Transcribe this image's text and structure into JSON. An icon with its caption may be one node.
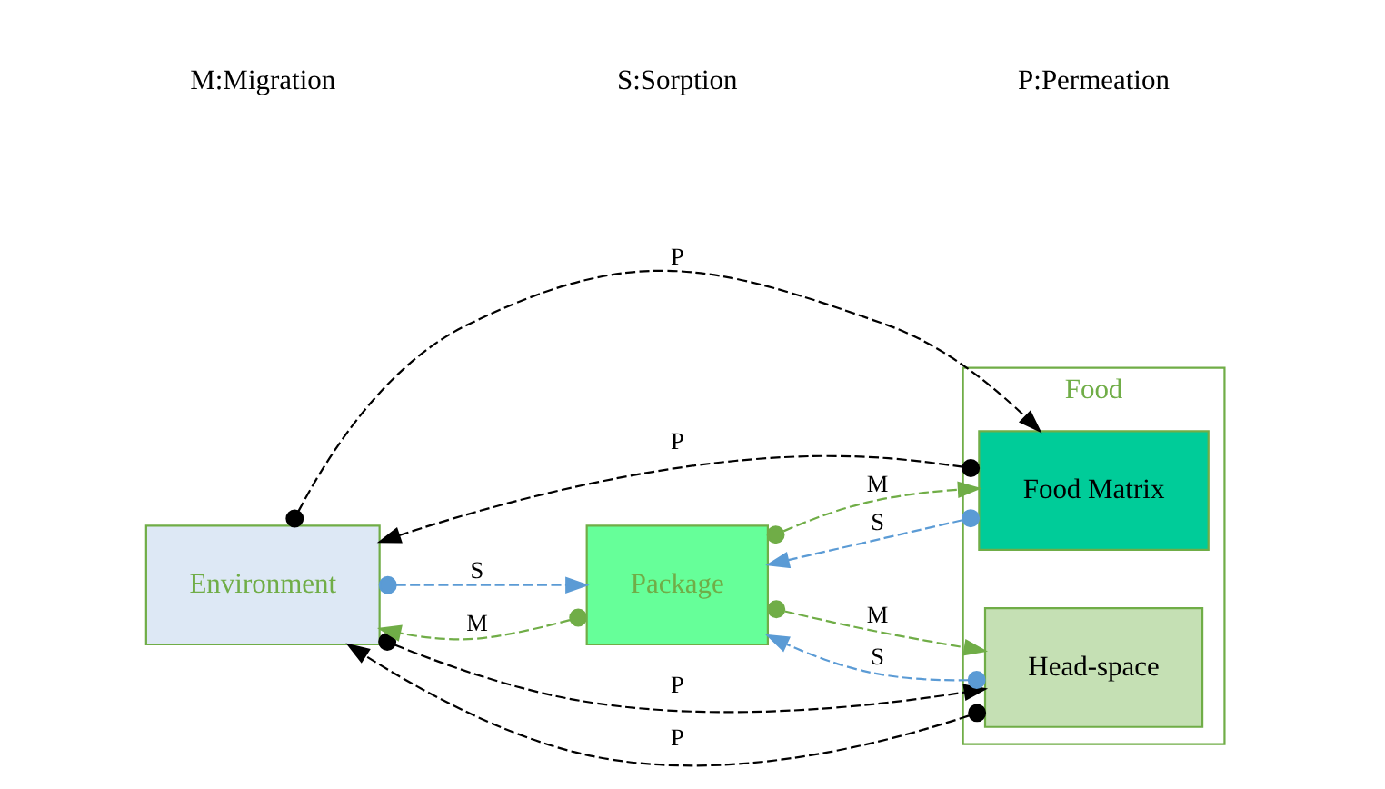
{
  "diagram": {
    "nodes": [
      {
        "text": [
          "Environment"
        ]
      },
      {
        "text": [
          "Package"
        ]
      },
      {
        "text": [
          "Food"
        ]
      },
      {
        "text": [
          "Head-space"
        ],
        "in": 2
      },
      {
        "text": [
          "Food Matrix"
        ],
        "in": 2
      }
    ],
    "edges": [
      {
        "from": 1,
        "to": 3,
        "arrow": "to",
        "label": "M",
        "style": "dashed",
        "color": "#70ad47"
      },
      {
        "from": 1,
        "to": 0,
        "arrow": "to",
        "label": "M",
        "style": "dashed",
        "color": "#70ad47"
      },
      {
        "from": 0,
        "to": 1,
        "arrow": "to",
        "label": "S",
        "style": "dashed",
        "color": "#5b9bd5"
      },
      {
        "from": 3,
        "to": 1,
        "arrow": "to",
        "label": "S",
        "style": "dashed",
        "color": "#5b9bd5"
      },
      {
        "from": 0,
        "to": 3,
        "arrow": "to",
        "label": "P",
        "style": "dashed"
      },
      {
        "from": 3,
        "to": 0,
        "arrow": "to",
        "label": "P",
        "style": "dashed"
      },
      {
        "from": 1,
        "to": 4,
        "arrow": "to",
        "label": "M",
        "style": "dashed",
        "color": "#70ad47"
      },
      {
        "from": 4,
        "to": 1,
        "arrow": "to",
        "label": "S",
        "style": "dashed",
        "color": "#5b9bd5"
      },
      {
        "from": 0,
        "to": 4,
        "arrow": "to",
        "label": "P",
        "style": "dashed"
      },
      {
        "from": 4,
        "to": 0,
        "arrow": "to",
        "label": "P",
        "style": "dashed"
      }
    ],
    "labels": [
      "M:Migration",
      "S:Sorption",
      "P:Permeation"
    ]
  }
}
